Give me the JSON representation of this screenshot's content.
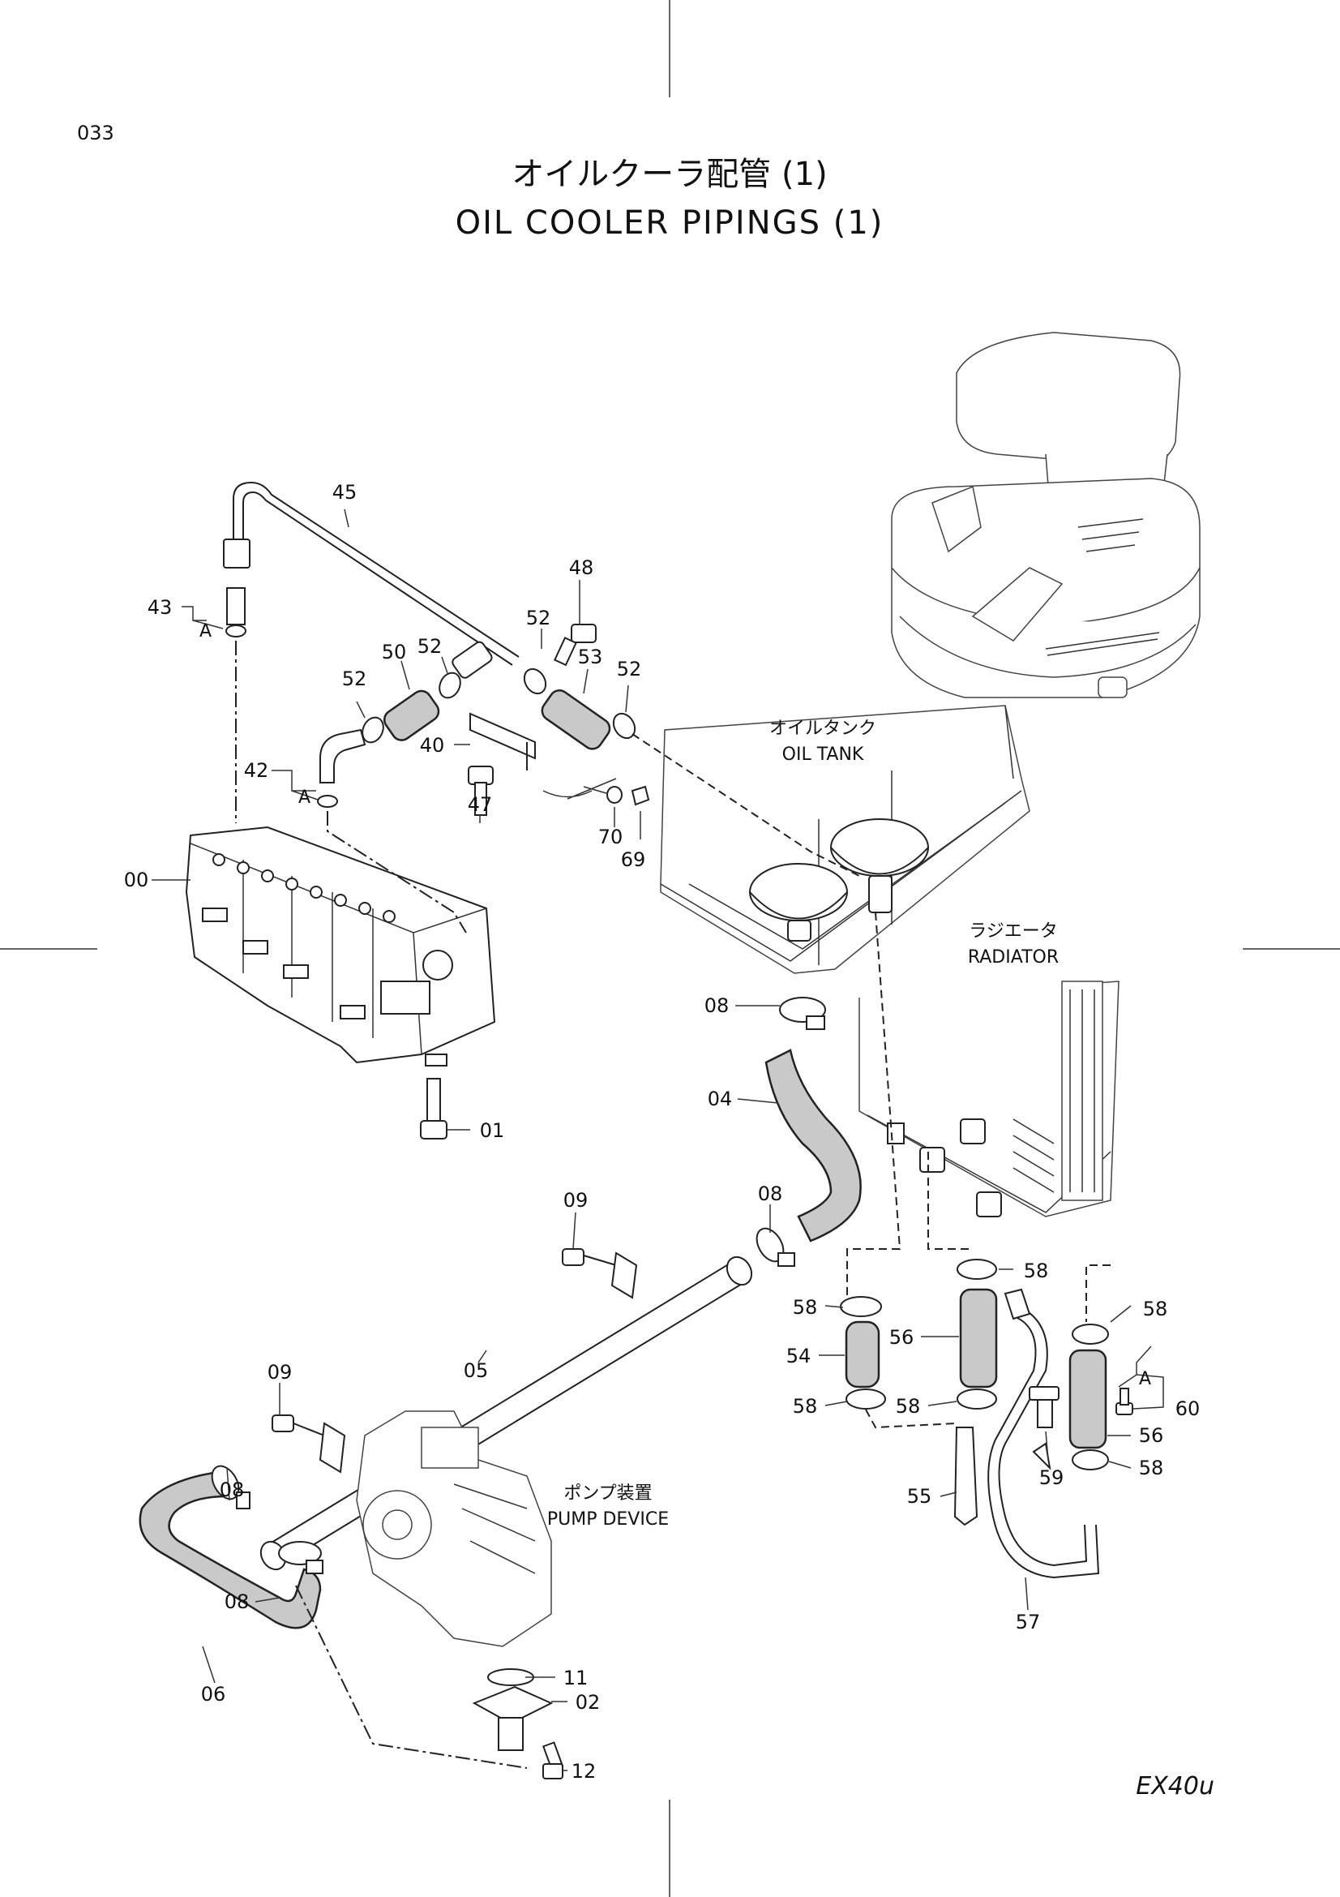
{
  "page": {
    "number": "033",
    "model": "EX40u"
  },
  "title": {
    "jp": "オイルクーラ配管 (1)",
    "en": "OIL  COOLER  PIPINGS  (1)"
  },
  "annotations": {
    "oil_tank_jp": "オイルタンク",
    "oil_tank_en": "OIL TANK",
    "radiator_jp": "ラジエータ",
    "radiator_en": "RADIATOR",
    "pump_jp": "ポンプ装置",
    "pump_en": "PUMP  DEVICE",
    "ref_a": "A"
  },
  "parts": {
    "p45": "45",
    "p43": "43",
    "p48": "48",
    "p52a": "52",
    "p52b": "52",
    "p52c": "52",
    "p52d": "52",
    "p50": "50",
    "p53": "53",
    "p40": "40",
    "p42": "42",
    "p47": "47",
    "p70": "70",
    "p69": "69",
    "p00": "00",
    "p01": "01",
    "p08a": "08",
    "p04": "04",
    "p08b": "08",
    "p09a": "09",
    "p09b": "09",
    "p05": "05",
    "p08c": "08",
    "p08d": "08",
    "p06": "06",
    "p11": "11",
    "p02": "02",
    "p12": "12",
    "p58a": "58",
    "p58b": "58",
    "p58c": "58",
    "p58d": "58",
    "p58e": "58",
    "p58f": "58",
    "p54": "54",
    "p56a": "56",
    "p56b": "56",
    "p60": "60",
    "p55": "55",
    "p59": "59",
    "p57": "57"
  }
}
